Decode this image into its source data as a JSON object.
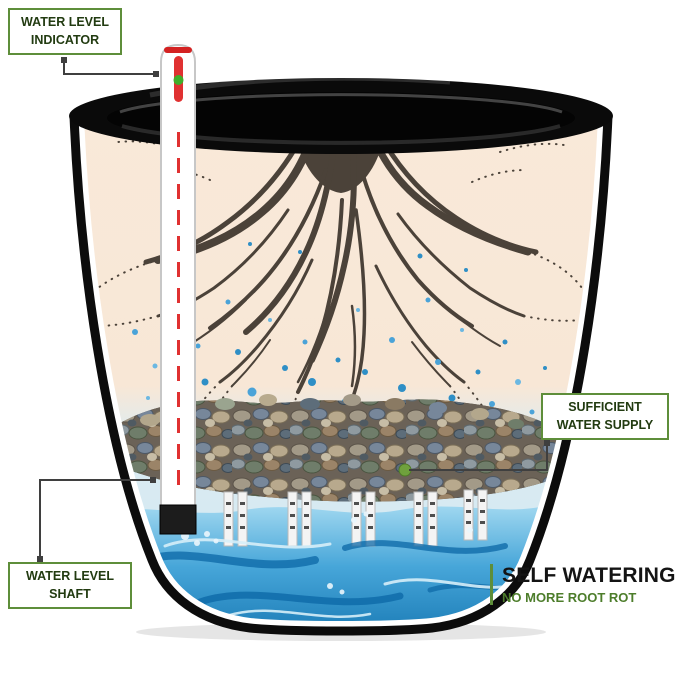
{
  "callouts": {
    "indicator": {
      "lines": [
        "WATER LEVEL",
        "INDICATOR"
      ]
    },
    "supply": {
      "lines": [
        "SUFFICIENT",
        "WATER SUPPLY"
      ]
    },
    "shaft": {
      "lines": [
        "WATER LEVEL",
        "SHAFT"
      ]
    }
  },
  "tagline": {
    "title": "SELF WATERING",
    "subtitle": "NO MORE ROOT ROT"
  },
  "colors": {
    "callout_border": "#5e8e3a",
    "callout_text": "#223b11",
    "tagline_title": "#141414",
    "tagline_subtitle": "#4d7d2b",
    "indicator_red": "#e03131",
    "indicator_green": "#3fae29",
    "supply_dot": "#6fa13d",
    "water_blue": "#2e95cf"
  }
}
